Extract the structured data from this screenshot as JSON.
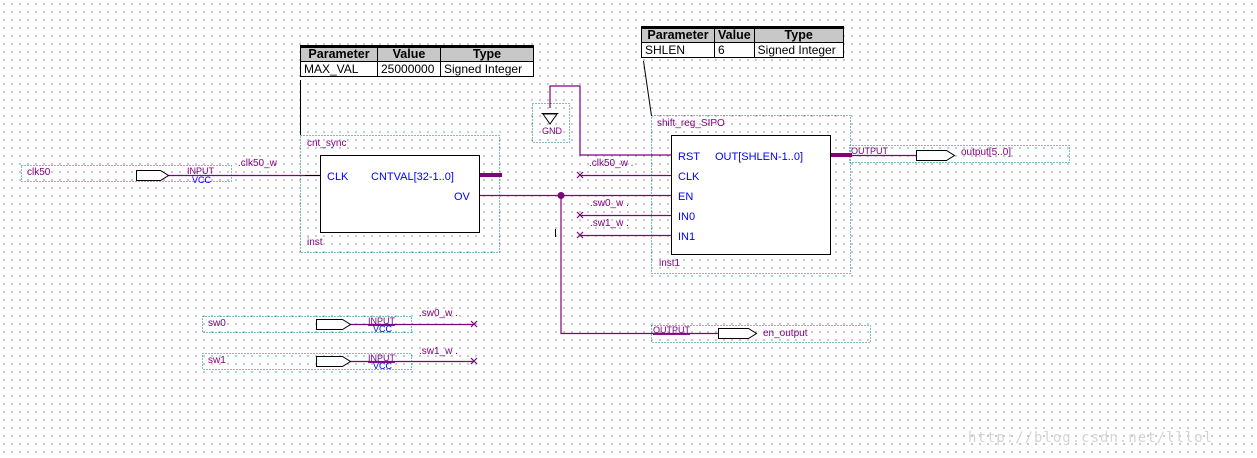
{
  "colors": {
    "wire": "#800080",
    "block_text": "#0000ff",
    "border": "#000000",
    "dashed": "#008080",
    "label": "#800080"
  },
  "params1": {
    "headers": [
      "Parameter",
      "Value",
      "Type"
    ],
    "row": [
      "MAX_VAL",
      "25000000",
      "Signed Integer"
    ]
  },
  "params2": {
    "headers": [
      "Parameter",
      "Value",
      "Type"
    ],
    "row": [
      "SHLEN",
      "6",
      "Signed Integer"
    ]
  },
  "cnt_sync": {
    "name": "cnt_sync",
    "inst": "inst",
    "port_clk": "CLK",
    "port_cntval": "CNTVAL[32-1..0]",
    "port_ov": "OV"
  },
  "shift_reg": {
    "name": "shift_reg_SIPO",
    "inst": "inst1",
    "port_rst": "RST",
    "port_clk": "CLK",
    "port_en": "EN",
    "port_in0": "IN0",
    "port_in1": "IN1",
    "port_out": "OUT[SHLEN-1..0]"
  },
  "gnd": {
    "label": "GND"
  },
  "inputs": {
    "clk50": {
      "pin": "clk50",
      "type": "INPUT",
      "vcc": "VCC"
    },
    "sw0": {
      "pin": "sw0",
      "type": "INPUT",
      "vcc": "VCC"
    },
    "sw1": {
      "pin": "sw1",
      "type": "INPUT",
      "vcc": "VCC"
    }
  },
  "outputs": {
    "output": {
      "type": "OUTPUT",
      "pin": "output[5..0]"
    },
    "en_output": {
      "type": "OUTPUT",
      "pin": "en_output"
    }
  },
  "net_labels": {
    "clk50_w_in": ".clk50_w",
    "clk50_w_rst": ".clk50_w .",
    "sw0_w_in": ".sw0_w .",
    "sw1_w_in": ".sw1_w .",
    "sw0_w_src": ".sw0_w .",
    "sw1_w_src": ".sw1_w ."
  },
  "watermark": "http://blog.csdn.net/lllol"
}
